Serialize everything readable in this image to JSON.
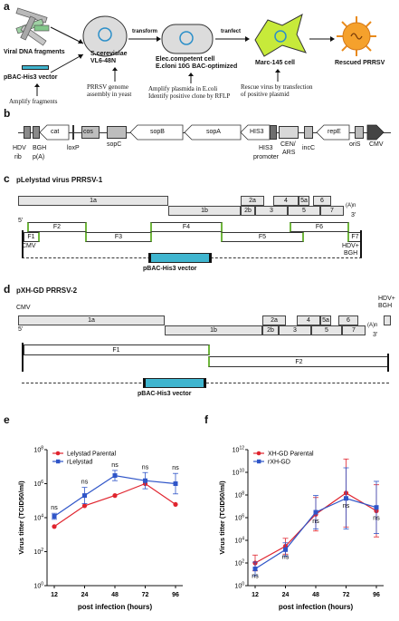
{
  "panel_a": {
    "label": "a",
    "viral_dna": "Viral DNA fragments",
    "vector": "pBAC-His3 vector",
    "amplify": "Amplify fragments",
    "yeast_line1": "S.cerevisiae",
    "yeast_line2": "VL6-48N",
    "transform": "transform",
    "yeast_note1": "PRRSV genome",
    "yeast_note2": "assembly in yeast",
    "ecoli_line1": "Elec.competent cell",
    "ecoli_line2": "E.cloni 10G BAC-optimized",
    "ecoli_note1": "Amplify plasmida in E.coli",
    "ecoli_note2": "Identify positive clone by RFLP",
    "transfect": "tranfect",
    "marc": "Marc-145 cell",
    "marc_note1": "Rescue virus by transfection",
    "marc_note2": "of positive plasmid",
    "rescued": "Rescued PRRSV"
  },
  "panel_b": {
    "label": "b",
    "features": [
      "cat",
      "cos",
      "sopB",
      "sopA",
      "HIS3",
      "repE"
    ],
    "below_labels": [
      "HDV",
      "rib",
      "BGH",
      "p(A)",
      "loxP",
      "sopC",
      "HIS3",
      "promoter",
      "CEN/",
      "ARS",
      "incC",
      "oriS",
      "CMV"
    ]
  },
  "panel_c": {
    "label": "c",
    "title": "pLelystad virus  PRRSV-1",
    "five_prime": "5'",
    "three_prime": "3'",
    "polya": "(A)n",
    "orfs": [
      "1a",
      "1b",
      "2a",
      "2b",
      "3",
      "4",
      "5a",
      "5",
      "6",
      "7"
    ],
    "fragments": [
      "F1",
      "F2",
      "F3",
      "F4",
      "F5",
      "F6",
      "F7"
    ],
    "cmv": "CMV",
    "hdv": "HDV+",
    "bgh": "BGH",
    "vector": "pBAC-His3 vector"
  },
  "panel_d": {
    "label": "d",
    "title": "pXH-GD PRRSV-2",
    "cmv": "CMV",
    "hdv": "HDV+",
    "bgh": "BGH",
    "five_prime": "5'",
    "three_prime": "3'",
    "polya": "(A)n",
    "orfs": [
      "1a",
      "1b",
      "2a",
      "2b",
      "3",
      "4",
      "5a",
      "5",
      "6",
      "7"
    ],
    "fragments": [
      "F1",
      "F2"
    ],
    "vector": "pBAC-His3 vector"
  },
  "panel_e": {
    "label": "e",
    "sig": "ns"
  },
  "panel_f": {
    "label": "f",
    "sig": "ns"
  },
  "colors": {
    "parental": "#e0242e",
    "recombinant": "#2f55c8",
    "vector": "#3fb5cf",
    "junction": "#6fb63c"
  },
  "chart_data": [
    {
      "type": "line",
      "panel": "e",
      "xlabel": "post infection (hours)",
      "ylabel": "Virus titter (TCID50/ml)",
      "x": [
        12,
        24,
        48,
        72,
        96
      ],
      "yscale": "log",
      "ylim": [
        1,
        100000000
      ],
      "yticks": [
        "10^0",
        "10^2",
        "10^4",
        "10^6",
        "10^8"
      ],
      "series": [
        {
          "name": "Lelystad Parental",
          "values": [
            3000,
            50000,
            200000,
            1000000,
            60000
          ],
          "error": [
            1,
            1,
            1,
            1,
            1
          ]
        },
        {
          "name": "rLelystad",
          "values": [
            12000,
            200000,
            3000000,
            1500000,
            1000000
          ],
          "error": [
            1.5,
            3,
            2,
            3,
            4
          ]
        }
      ],
      "annotations": [
        "ns",
        "ns",
        "ns",
        "ns",
        "ns"
      ]
    },
    {
      "type": "line",
      "panel": "f",
      "xlabel": "post infection (hours)",
      "ylabel": "Virus titter (TCID50/ml)",
      "x": [
        12,
        24,
        48,
        72,
        96
      ],
      "yscale": "log",
      "ylim": [
        1,
        1000000000000
      ],
      "yticks": [
        "10^0",
        "10^2",
        "10^4",
        "10^6",
        "10^8",
        "10^10",
        "10^12"
      ],
      "series": [
        {
          "name": "XH-GD Parental",
          "values": [
            100,
            3000,
            2000000,
            150000000,
            4000000
          ],
          "error": [
            5,
            5,
            30,
            1000,
            200
          ]
        },
        {
          "name": "rXH-GD",
          "values": [
            30,
            1500,
            3000000,
            50000000,
            8000000
          ],
          "error": [
            4,
            4,
            30,
            500,
            200
          ]
        }
      ],
      "annotations": [
        "ns",
        "ns",
        "ns",
        "ns",
        "ns"
      ]
    }
  ]
}
